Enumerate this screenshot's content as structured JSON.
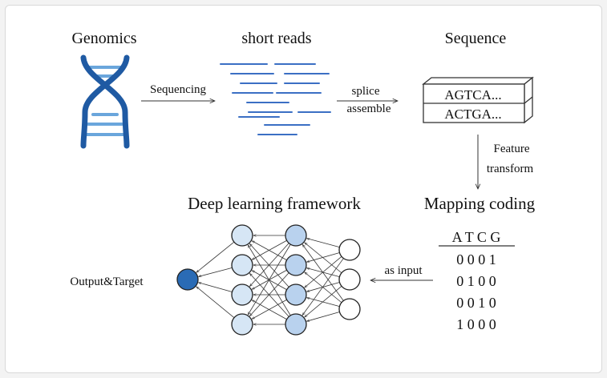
{
  "labels": {
    "genomics": "Genomics",
    "short_reads": "short reads",
    "sequence": "Sequence",
    "sequencing": "Sequencing",
    "splice": "splice",
    "assemble": "assemble",
    "feature": "Feature",
    "transform": "transform",
    "deep_learning": "Deep learning framework",
    "mapping_coding": "Mapping coding",
    "as_input": "as input",
    "output_target": "Output&Target"
  },
  "sequence_box": {
    "row1": "AGTCA...",
    "row2": "ACTGA..."
  },
  "coding_table": {
    "header": "A T C G",
    "rows": [
      "0 0 0 1",
      "0 1 0 0",
      "0 0 1 0",
      "1 0 0 0"
    ]
  },
  "colors": {
    "dna_dark": "#1f5aa3",
    "dna_light": "#6aa6dc",
    "reads": "#3b6fc4",
    "node_hidden": "#d6e6f5",
    "node_hidden2": "#b9d2ee",
    "node_output": "#2a6bb5",
    "node_input": "#ffffff"
  }
}
